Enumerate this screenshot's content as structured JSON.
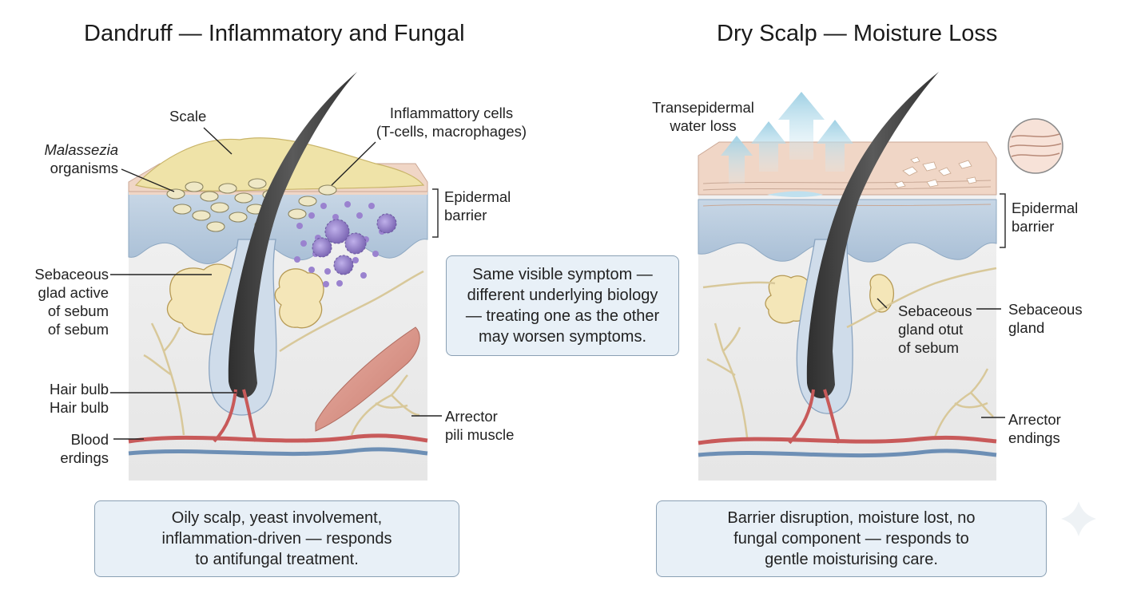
{
  "left": {
    "title": "Dandruff — Inflammatory and Fungal",
    "labels": {
      "scale": "Scale",
      "malassezia_1": "Malassezia",
      "malassezia_2": "organisms",
      "inflammatory_1": "Inflammattory cells",
      "inflammatory_2": "(T-cells, macrophages)",
      "epidermal_1": "Epidermal",
      "epidermal_2": "barrier",
      "sebaceous_1": "Sebaceous",
      "sebaceous_2": "glad active",
      "sebaceous_3": "of sebum",
      "sebaceous_4": "of sebum",
      "hair_bulb_1": "Hair bulb",
      "hair_bulb_2": "Hair bulb",
      "blood_1": "Blood",
      "blood_2": "erdings",
      "arrector_1": "Arrector",
      "arrector_2": "pili muscle"
    },
    "caption": [
      "Oily scalp, yeast involvement,",
      "inflammation-driven — responds",
      "to antifungal treatment."
    ]
  },
  "center_note": [
    "Same visible symptom —",
    "different underlying biology",
    "— treating one as the other",
    "may worsen symptoms."
  ],
  "right": {
    "title": "Dry Scalp — Moisture Loss",
    "labels": {
      "tewl_1": "Transepidermal",
      "tewl_2": "water loss",
      "epidermal_1": "Epidermal",
      "epidermal_2": "barrier",
      "seb_out_1": "Sebaceous",
      "seb_out_2": "gland otut",
      "seb_out_3": "of sebum",
      "seb_gland_1": "Sebaceous",
      "seb_gland_2": "gland",
      "arrector_1": "Arrector",
      "arrector_2": "endings"
    },
    "caption": [
      "Barrier disruption, moisture lost, no",
      "fungal component — responds to",
      "gentle moisturising care."
    ]
  },
  "colors": {
    "skin": "#f0d6c6",
    "epidermis": "#b9cce0",
    "dermis": "#ececec",
    "sebum_gland": "#f4e6b8",
    "hair": "#4a4a4a",
    "inflammatory": "#8e7cc3",
    "vessel_red": "#c85a5a",
    "vessel_blue": "#6d8fb5",
    "caption_fill": "#e8f0f7"
  }
}
